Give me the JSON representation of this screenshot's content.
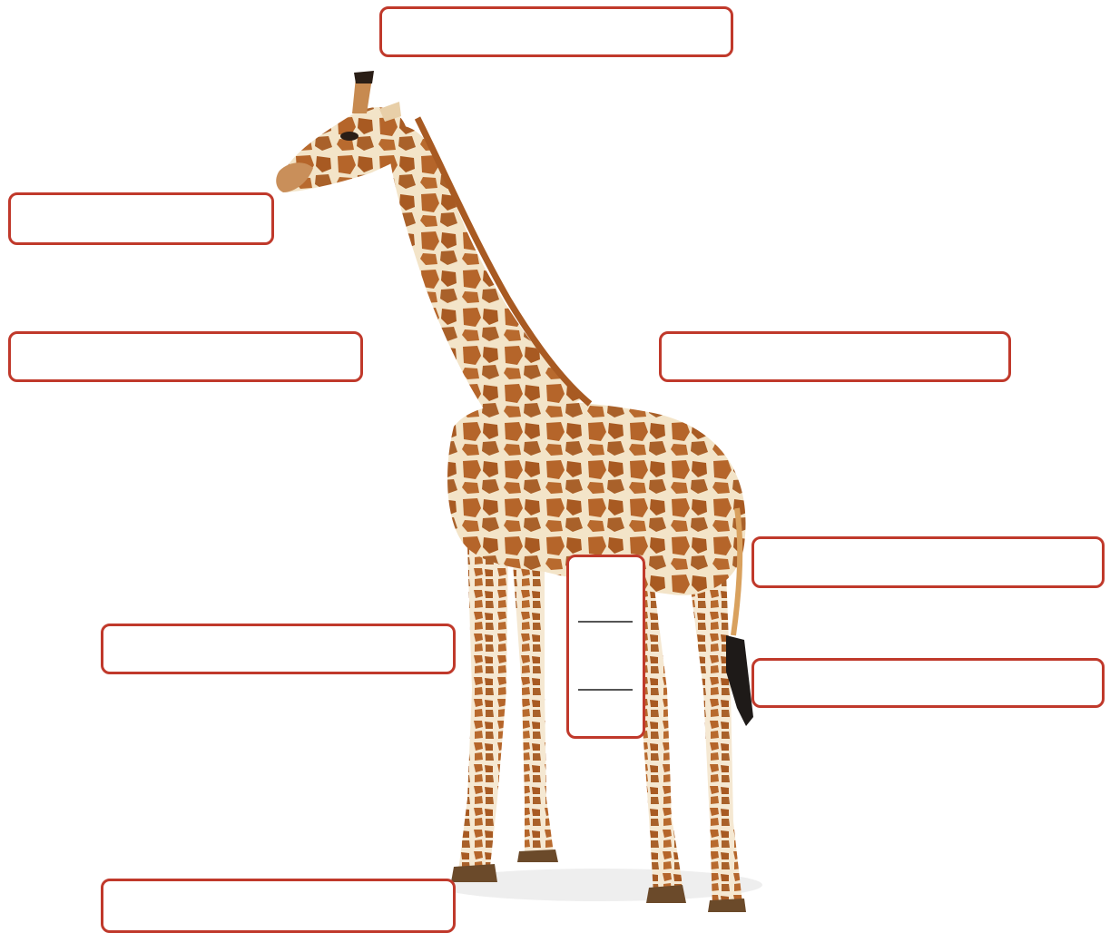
{
  "diagram": {
    "label_boxes": [
      {
        "id": "top",
        "text": ""
      },
      {
        "id": "head-left",
        "text": ""
      },
      {
        "id": "neck-left",
        "text": ""
      },
      {
        "id": "back-right",
        "text": ""
      },
      {
        "id": "rump-right",
        "text": ""
      },
      {
        "id": "tail-right",
        "text": ""
      },
      {
        "id": "leg-left",
        "text": ""
      },
      {
        "id": "hoof-left",
        "text": ""
      },
      {
        "id": "mid",
        "text": ""
      }
    ],
    "colors": {
      "box_border": "#c0392b",
      "giraffe_base": "#d9a15e",
      "giraffe_patch": "#b5652a",
      "giraffe_light": "#f3e4c8"
    }
  }
}
